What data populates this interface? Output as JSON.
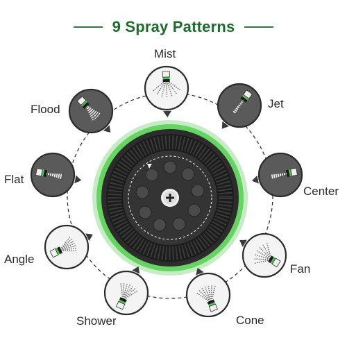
{
  "title": "9 Spray Patterns",
  "patterns": [
    {
      "key": "mist",
      "label": "Mist",
      "icon": "mist-spray-icon",
      "inverted": true
    },
    {
      "key": "jet",
      "label": "Jet",
      "icon": "jet-spray-icon",
      "inverted": false
    },
    {
      "key": "center",
      "label": "Center",
      "icon": "center-spray-icon",
      "inverted": false
    },
    {
      "key": "fan",
      "label": "Fan",
      "icon": "fan-spray-icon",
      "inverted": true
    },
    {
      "key": "cone",
      "label": "Cone",
      "icon": "cone-spray-icon",
      "inverted": true
    },
    {
      "key": "shower",
      "label": "Shower",
      "icon": "shower-spray-icon",
      "inverted": true
    },
    {
      "key": "angle",
      "label": "Angle",
      "icon": "angle-spray-icon",
      "inverted": true
    },
    {
      "key": "flat",
      "label": "Flat",
      "icon": "flat-spray-icon",
      "inverted": false
    },
    {
      "key": "flood",
      "label": "Flood",
      "icon": "flood-spray-icon",
      "inverted": false
    }
  ],
  "colors": {
    "title": "#1f6b2e",
    "ring_glow": "#4ec24a",
    "nozzle_dark": "#2e2e2e",
    "circle_dark": "#5a5a5a",
    "circle_light": "#f4f4f4"
  }
}
